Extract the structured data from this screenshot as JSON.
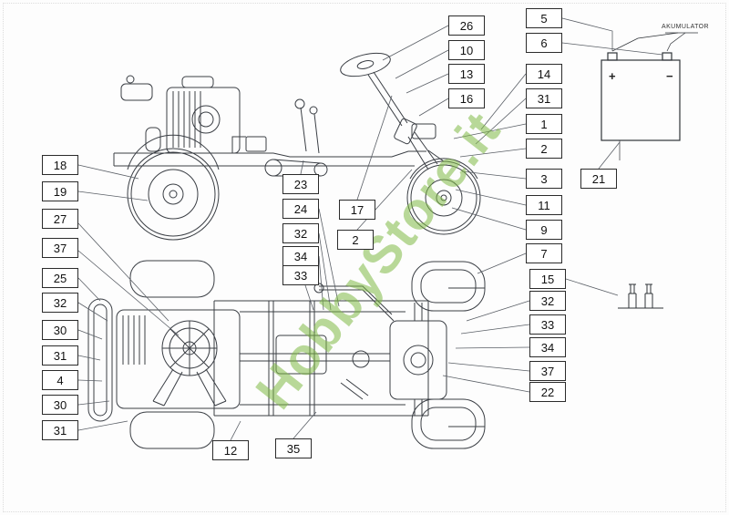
{
  "watermark": {
    "text": "HobbyStore.it",
    "color": "#80b946"
  },
  "battery": {
    "label": "AKUMULATOR",
    "plus": "+",
    "minus": "−"
  },
  "callouts": [
    {
      "label": "18"
    },
    {
      "label": "19"
    },
    {
      "label": "27"
    },
    {
      "label": "37"
    },
    {
      "label": "25"
    },
    {
      "label": "32"
    },
    {
      "label": "30"
    },
    {
      "label": "31"
    },
    {
      "label": "4"
    },
    {
      "label": "30"
    },
    {
      "label": "31"
    },
    {
      "label": "23"
    },
    {
      "label": "24"
    },
    {
      "label": "32"
    },
    {
      "label": "34"
    },
    {
      "label": "33"
    },
    {
      "label": "17"
    },
    {
      "label": "2"
    },
    {
      "label": "26"
    },
    {
      "label": "10"
    },
    {
      "label": "13"
    },
    {
      "label": "16"
    },
    {
      "label": "5"
    },
    {
      "label": "6"
    },
    {
      "label": "14"
    },
    {
      "label": "31"
    },
    {
      "label": "1"
    },
    {
      "label": "2"
    },
    {
      "label": "3"
    },
    {
      "label": "11"
    },
    {
      "label": "9"
    },
    {
      "label": "7"
    },
    {
      "label": "15"
    },
    {
      "label": "32"
    },
    {
      "label": "33"
    },
    {
      "label": "34"
    },
    {
      "label": "37"
    },
    {
      "label": "22"
    },
    {
      "label": "21"
    },
    {
      "label": "12"
    },
    {
      "label": "35"
    }
  ]
}
